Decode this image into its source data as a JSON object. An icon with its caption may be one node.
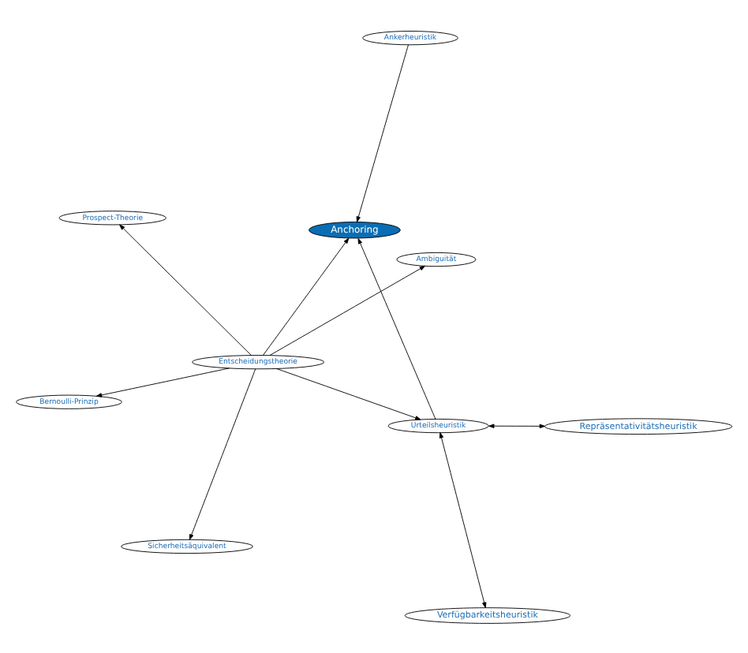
{
  "diagram": {
    "nodes": [
      {
        "text": [
          "Prospect-Theorie"
        ]
      },
      {
        "text": [
          "Ambiguität"
        ]
      },
      {
        "text": [
          "Sicherheitsäquivalent"
        ]
      },
      {
        "text": [
          "Entscheidungstheorie"
        ]
      },
      {
        "text": [
          "Anchoring"
        ]
      },
      {
        "text": [
          "Ankerheuristik"
        ]
      },
      {
        "text": [
          "Bernoulli-Prinzip"
        ]
      },
      {
        "text": [
          "Urteilsheuristik"
        ]
      },
      {
        "text": [
          "Verfügbarkeitsheuristik"
        ]
      },
      {
        "text": [
          "Repräsentativitätsheuristik"
        ]
      }
    ],
    "edges": [
      {
        "from": 3,
        "to": 0,
        "arrow": "to"
      },
      {
        "from": 3,
        "to": 1,
        "arrow": "to"
      },
      {
        "from": 3,
        "to": 2,
        "arrow": "to"
      },
      {
        "from": 3,
        "to": 4,
        "arrow": "to"
      },
      {
        "from": 5,
        "to": 4,
        "arrow": "to"
      },
      {
        "from": 3,
        "to": 6,
        "arrow": "to"
      },
      {
        "from": 3,
        "to": 7,
        "arrow": "to"
      },
      {
        "from": 7,
        "to": 4,
        "arrow": "to"
      },
      {
        "from": 7,
        "to": 8,
        "arrow": "both"
      },
      {
        "from": 7,
        "to": 9,
        "arrow": "both"
      }
    ]
  }
}
